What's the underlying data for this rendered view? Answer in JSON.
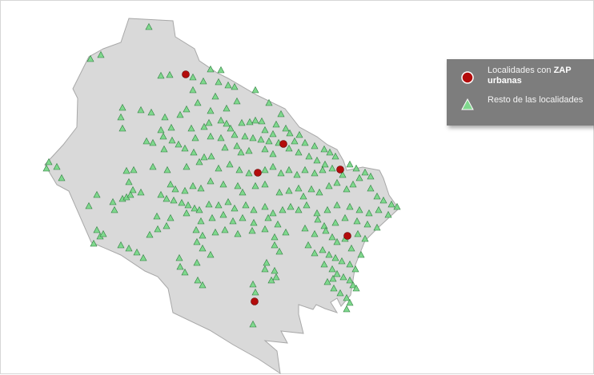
{
  "legend": {
    "urban": {
      "label_prefix": "Localidades con ",
      "label_bold": "ZAP urbanas",
      "color": "#b30c0c",
      "icon": "red-circle-icon"
    },
    "rest": {
      "label": "Resto de las localidades",
      "color": "#7fd88d",
      "icon": "green-triangle-icon"
    }
  },
  "map": {
    "region_fill": "#d9d9d9",
    "region_stroke": "#a8a8a8"
  }
}
